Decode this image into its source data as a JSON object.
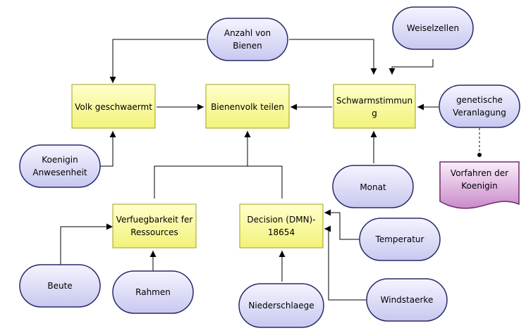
{
  "decisions": {
    "volk_geschwaermt": "Volk geschwaermt",
    "bienenvolk_teilen": "Bienenvolk teilen",
    "schwarmstimmung_1": "Schwarmstimmun",
    "schwarmstimmung_2": "g",
    "verfuegbarkeit_1": "Verfuegbarkeit fer",
    "verfuegbarkeit_2": "Ressources",
    "decision_1": "Decision (DMN)-",
    "decision_2": "18654"
  },
  "inputs": {
    "anzahl_1": "Anzahl von",
    "anzahl_2": "Bienen",
    "weiselzellen": "Weiselzellen",
    "genetische_1": "genetische",
    "genetische_2": "Veranlagung",
    "koenigin_1": "Koenigin",
    "koenigin_2": "Anwesenheit",
    "monat": "Monat",
    "temperatur": "Temperatur",
    "beute": "Beute",
    "rahmen": "Rahmen",
    "niederschlaege": "Niederschlaege",
    "windstaerke": "Windstaerke"
  },
  "knowledge_sources": {
    "vorfahren_1": "Vorfahren der",
    "vorfahren_2": "Koenigin"
  },
  "colors": {
    "decision_fill_top": "#ffffcc",
    "decision_fill_bottom": "#f2f27a",
    "decision_stroke": "#a0a020",
    "input_fill_top": "#f4f4ff",
    "input_fill_bottom": "#c8c8f0",
    "input_stroke": "#2a2a6a",
    "knowledge_fill_top": "#fbeefb",
    "knowledge_fill_bottom": "#c98ac9",
    "knowledge_stroke": "#6a2a6a",
    "line": "#000000"
  }
}
